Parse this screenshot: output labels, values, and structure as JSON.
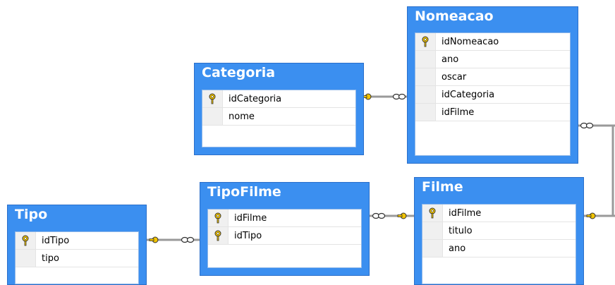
{
  "tables": {
    "nomeacao": {
      "title": "Nomeacao",
      "columns": [
        {
          "name": "idNomeacao",
          "pk": true
        },
        {
          "name": "ano",
          "pk": false
        },
        {
          "name": "oscar",
          "pk": false
        },
        {
          "name": "idCategoria",
          "pk": false
        },
        {
          "name": "idFilme",
          "pk": false
        }
      ]
    },
    "categoria": {
      "title": "Categoria",
      "columns": [
        {
          "name": "idCategoria",
          "pk": true
        },
        {
          "name": "nome",
          "pk": false
        }
      ]
    },
    "tipofilme": {
      "title": "TipoFilme",
      "columns": [
        {
          "name": "idFilme",
          "pk": true
        },
        {
          "name": "idTipo",
          "pk": true
        }
      ]
    },
    "filme": {
      "title": "Filme",
      "columns": [
        {
          "name": "idFilme",
          "pk": true
        },
        {
          "name": "titulo",
          "pk": false
        },
        {
          "name": "ano",
          "pk": false
        }
      ]
    },
    "tipo": {
      "title": "Tipo",
      "columns": [
        {
          "name": "idTipo",
          "pk": true
        },
        {
          "name": "tipo",
          "pk": false
        }
      ]
    }
  },
  "relationships": [
    {
      "one": "categoria",
      "many": "nomeacao"
    },
    {
      "one": "tipo",
      "many": "tipofilme"
    },
    {
      "one": "filme",
      "many": "tipofilme"
    },
    {
      "one": "filme",
      "many": "nomeacao"
    }
  ],
  "colors": {
    "table_header": "#3b8ff0",
    "key_icon": "#f2c400",
    "connector": "#9a9a9a"
  }
}
